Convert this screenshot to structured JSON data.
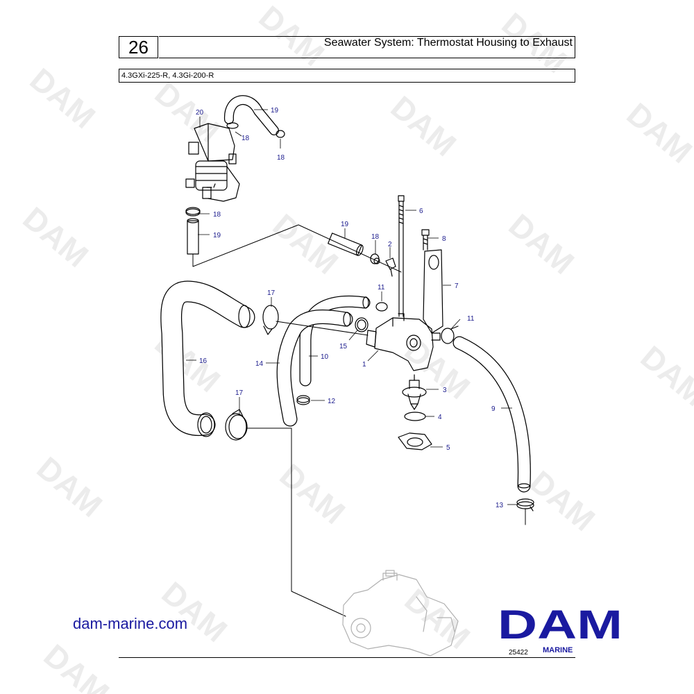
{
  "header": {
    "page_number": "26",
    "title": "Seawater System: Thermostat Housing to Exhaust",
    "models": "4.3GXi-225-R, 4.3Gi-200-R"
  },
  "callouts": [
    "20",
    "19",
    "18",
    "18",
    "18",
    "19",
    "19",
    "18",
    "2",
    "6",
    "8",
    "7",
    "11",
    "11",
    "17",
    "15",
    "1",
    "10",
    "14",
    "16",
    "12",
    "3",
    "4",
    "5",
    "9",
    "13",
    "17"
  ],
  "footer": {
    "website": "dam-marine.com",
    "logo_text": "DAM",
    "logo_subtext": "MARINE",
    "figure_number": "25422"
  },
  "watermark": "DAM",
  "colors": {
    "brand_blue": "#1a1aa0",
    "callout_blue": "#1a1a8c",
    "watermark_gray": "#e6e6e6"
  }
}
